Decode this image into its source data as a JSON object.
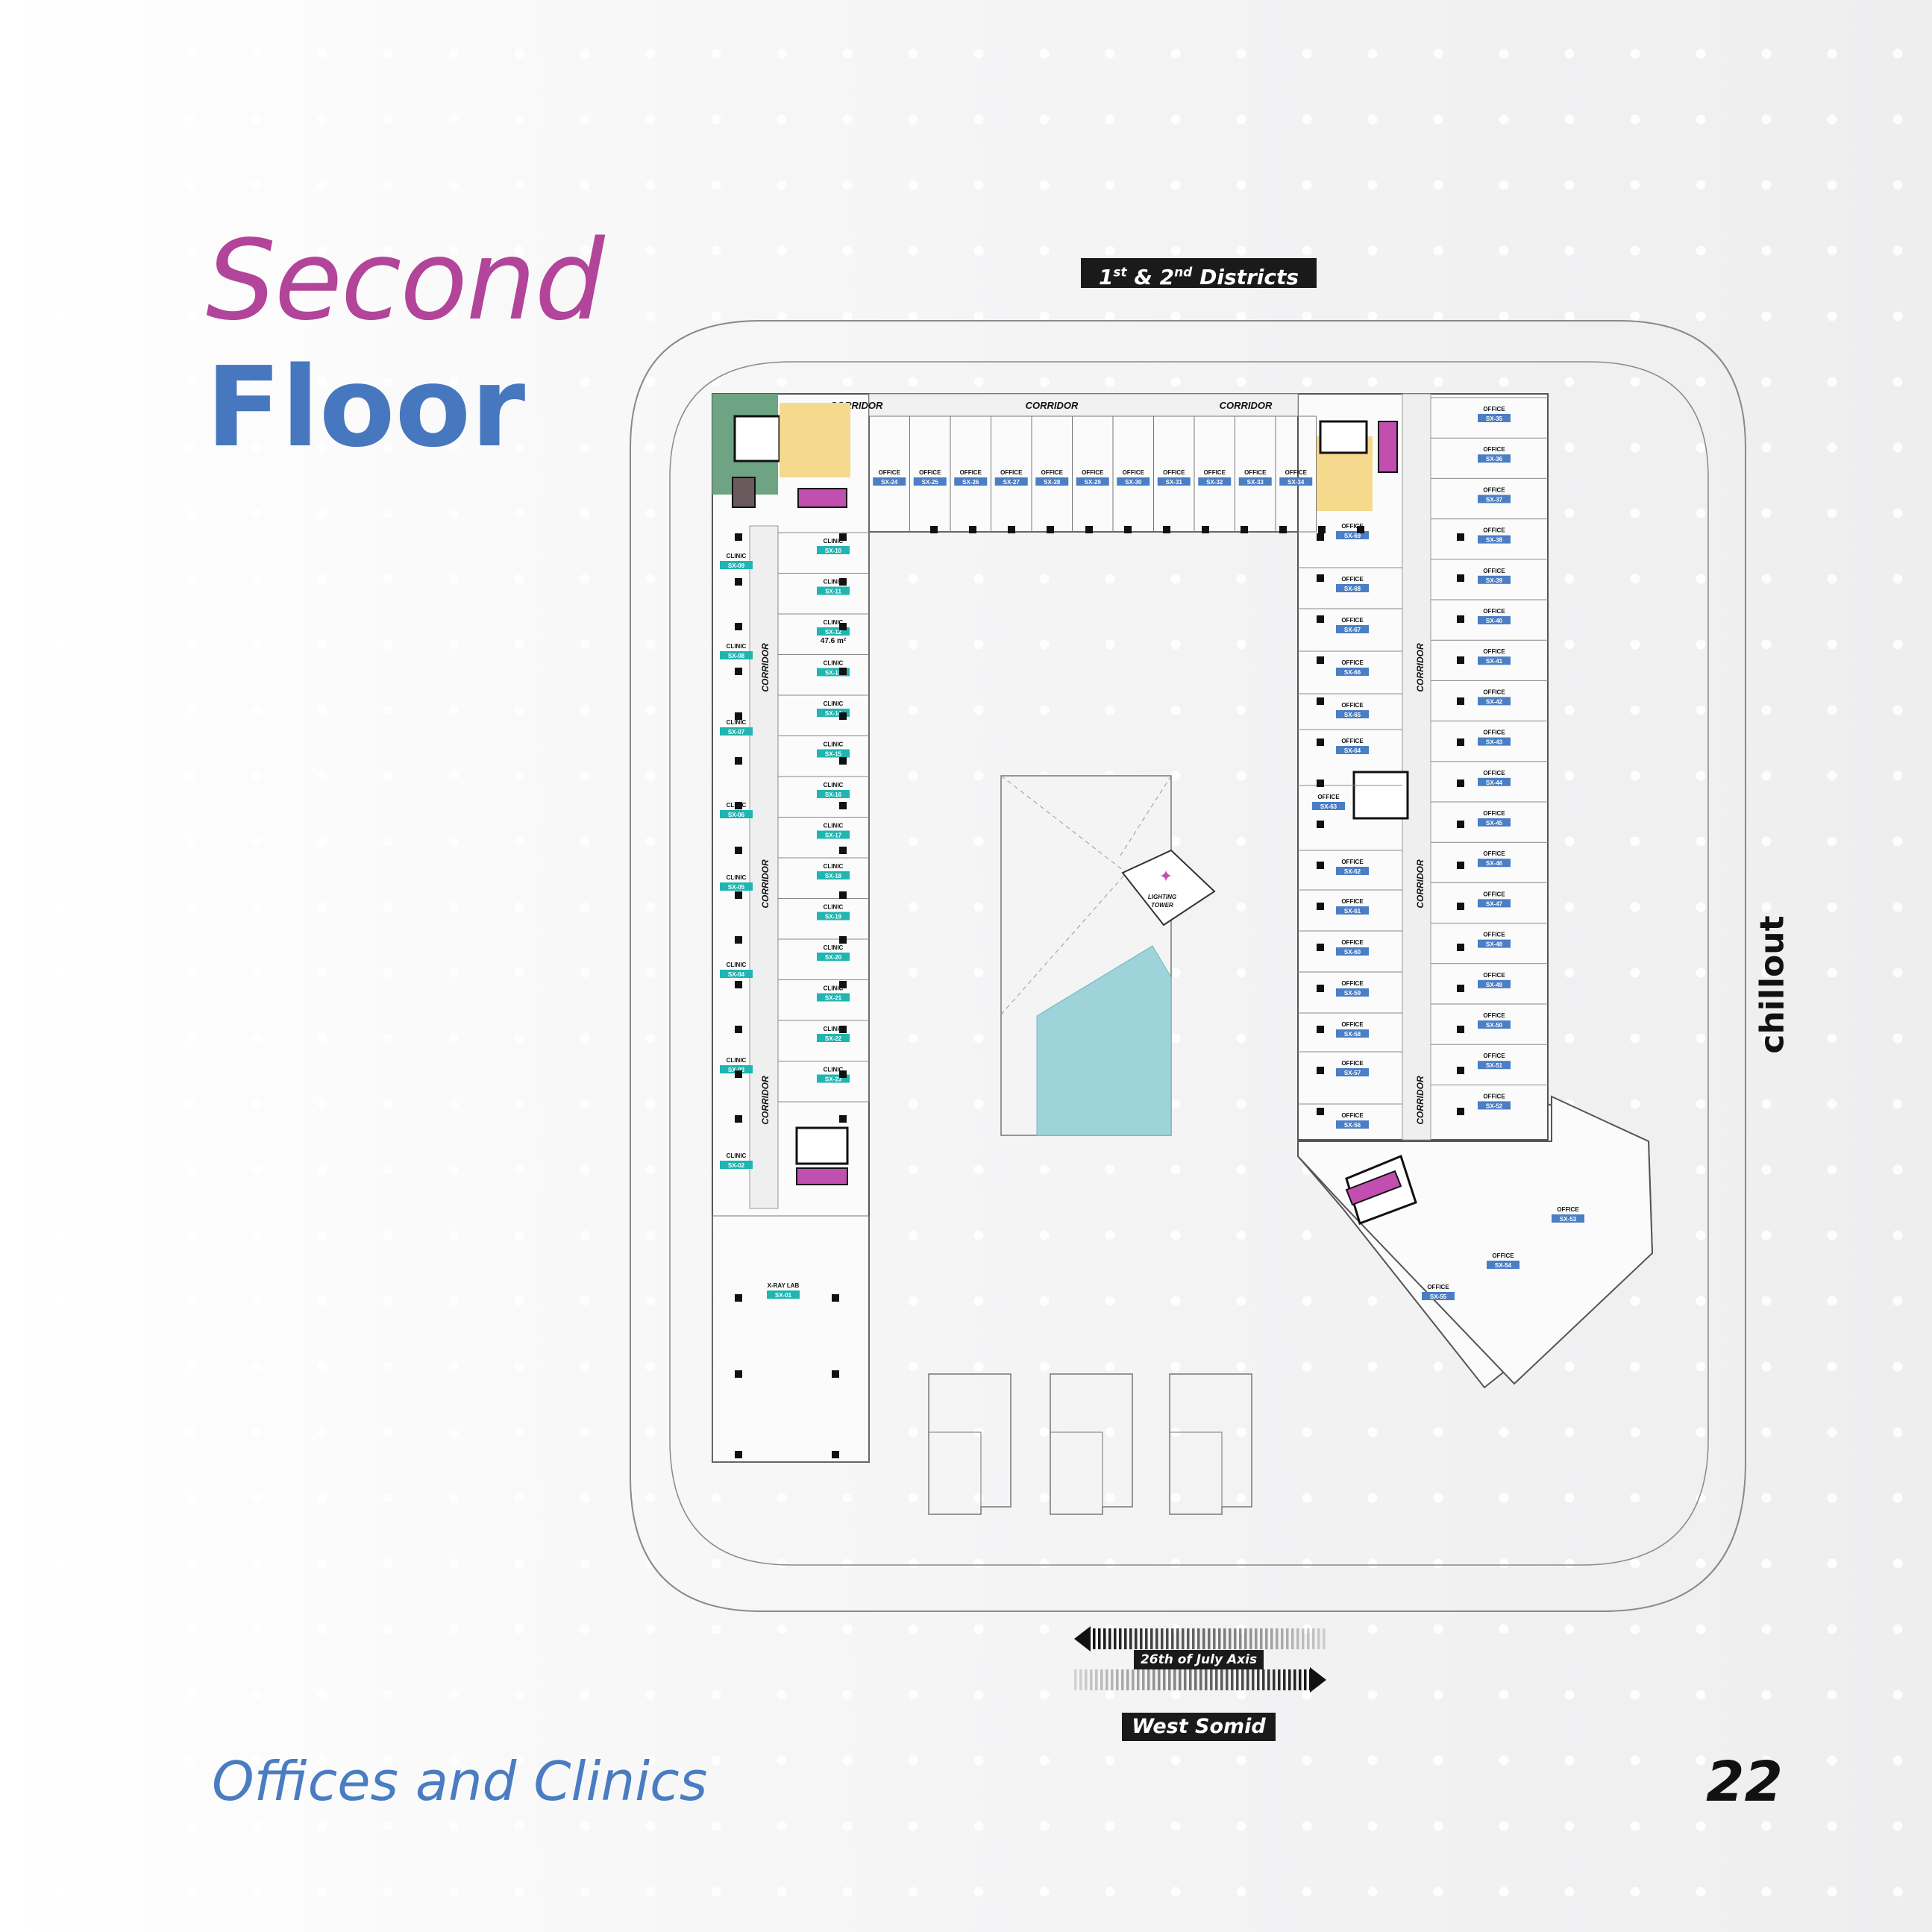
{
  "title": {
    "line1": "Second",
    "line2": "Floor"
  },
  "subtitle": "Offices and Clinics",
  "page_number": "22",
  "brand": "chillout",
  "orientation": {
    "north_district": "1st & 2nd Districts",
    "axis": "26th of July Axis",
    "south": "West Somid"
  },
  "plan": {
    "corridor_label": "CORRIDOR",
    "office_label": "OFFICE",
    "clinic_label": "CLINIC",
    "lab_label": "X-RAY LAB",
    "lab_unit": "SX-01",
    "area_note": "47.6 m²",
    "tower_label": [
      "LIGHTING",
      "TOWER"
    ],
    "top_units": [
      "SX-24",
      "SX-25",
      "SX-26",
      "SX-27",
      "SX-28",
      "SX-29",
      "SX-30",
      "SX-31",
      "SX-32",
      "SX-33",
      "SX-34"
    ],
    "left_outer_clinics": [
      "SX-09",
      "SX-08",
      "SX-07",
      "SX-06",
      "SX-05",
      "SX-04",
      "SX-03",
      "SX-02"
    ],
    "left_inner_clinics": [
      "SX-10",
      "SX-11",
      "SX-12",
      "SX-13",
      "SX-14",
      "SX-15",
      "SX-16",
      "SX-17",
      "SX-18",
      "SX-19",
      "SX-20",
      "SX-21",
      "SX-22",
      "SX-23"
    ],
    "right_inner_offices": [
      "SX-69",
      "SX-68",
      "SX-67",
      "SX-66",
      "SX-65",
      "SX-64",
      "SX-63",
      "SX-62",
      "SX-61",
      "SX-60",
      "SX-59",
      "SX-58",
      "SX-57",
      "SX-56"
    ],
    "right_outer_offices": [
      "SX-35",
      "SX-36",
      "SX-37",
      "SX-38",
      "SX-39",
      "SX-40",
      "SX-41",
      "SX-42",
      "SX-43",
      "SX-44",
      "SX-45",
      "SX-46",
      "SX-47",
      "SX-48",
      "SX-49",
      "SX-50",
      "SX-51",
      "SX-52"
    ],
    "angled_offices": [
      "SX-53",
      "SX-54",
      "SX-55"
    ]
  },
  "colors": {
    "title_magenta": "#b2449a",
    "title_blue": "#4677bf",
    "office_tag": "#4a7ec5",
    "clinic_tag": "#1fb5b0",
    "service_yellow": "#f5d98c",
    "elevator_magenta": "#c04fb0",
    "stair_green": "#6ea383",
    "water": "#9fd3da"
  }
}
